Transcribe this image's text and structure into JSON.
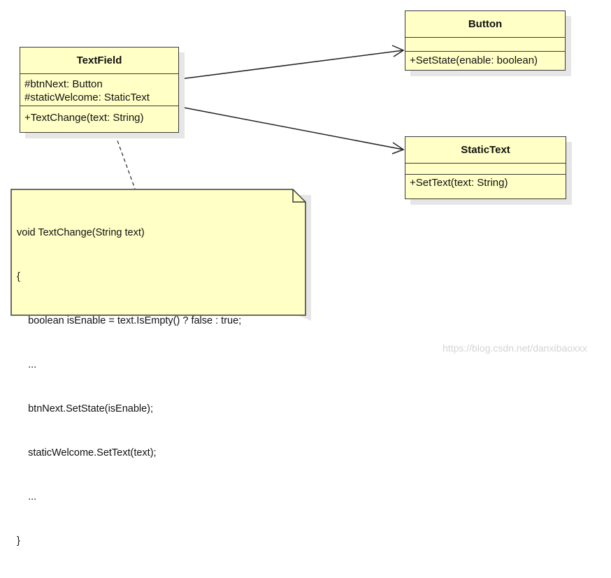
{
  "classes": {
    "textfield": {
      "name": "TextField",
      "attributes": [
        "#btnNext: Button",
        "#staticWelcome: StaticText"
      ],
      "methods": [
        "+TextChange(text: String)"
      ]
    },
    "button": {
      "name": "Button",
      "methods": [
        "+SetState(enable: boolean)"
      ]
    },
    "statictext": {
      "name": "StaticText",
      "methods": [
        "+SetText(text: String)"
      ]
    }
  },
  "note": {
    "lines": [
      "void TextChange(String text)",
      "{",
      "    boolean isEnable = text.IsEmpty() ? false : true;",
      "    ...",
      "    btnNext.SetState(isEnable);",
      "    staticWelcome.SetText(text);",
      "    ...",
      "}"
    ]
  },
  "watermark": "https://blog.csdn.net/danxibaoxxx",
  "colors": {
    "class_fill": "#ffffc6",
    "border": "#3a3a3a",
    "shadow": "#e6e6e6",
    "watermark": "#d4d4d4"
  }
}
